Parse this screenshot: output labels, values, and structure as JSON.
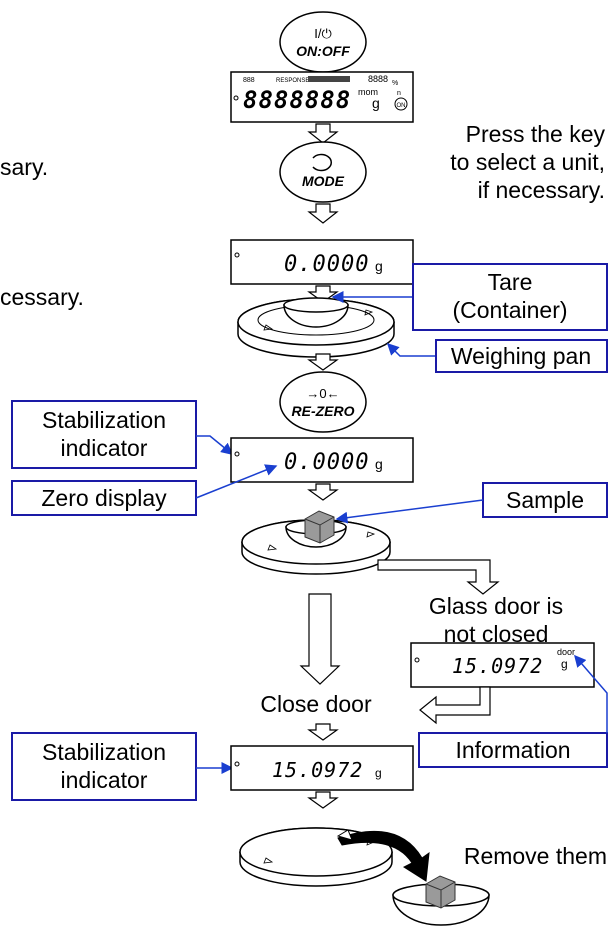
{
  "left_cut_text": {
    "line1": "sary.",
    "line2": "cessary."
  },
  "keys": {
    "onoff_symbol": "I/⏻",
    "onoff_label": "ON:OFF",
    "mode_label": "MODE",
    "rezero_symbol": "→0←",
    "rezero_label": "RE-ZERO"
  },
  "full_display": {
    "digits": "8888888",
    "small_top_left": "888",
    "response": "RESPONSE",
    "unit_small": "mom",
    "big_g": "g",
    "right_digits": "8888",
    "percent": "%",
    "n": "n",
    "on_badge": "ON"
  },
  "displays": {
    "d1_value": "0.0000",
    "d1_unit": "g",
    "d2_value": "0.0000",
    "d2_unit": "g",
    "d3_value": "15.0972",
    "d3_unit": "g",
    "d3_info": "door",
    "d4_value": "15.0972",
    "d4_unit": "g"
  },
  "annotations": {
    "press_key": [
      "Press the key",
      "to select a unit,",
      "if necessary."
    ],
    "tare": [
      "Tare",
      "(Container)"
    ],
    "weighing_pan": "Weighing pan",
    "stabilization_1": [
      "Stabilization",
      "indicator"
    ],
    "zero_display": "Zero display",
    "sample": "Sample",
    "glass_door": [
      "Glass door is",
      "not closed"
    ],
    "close_door": "Close door",
    "information": "Information",
    "stabilization_2": [
      "Stabilization",
      "indicator"
    ],
    "remove_them": "Remove them"
  },
  "colors": {
    "callout_border": "#1a1aa6",
    "arrow_blue": "#1a3fd0"
  }
}
